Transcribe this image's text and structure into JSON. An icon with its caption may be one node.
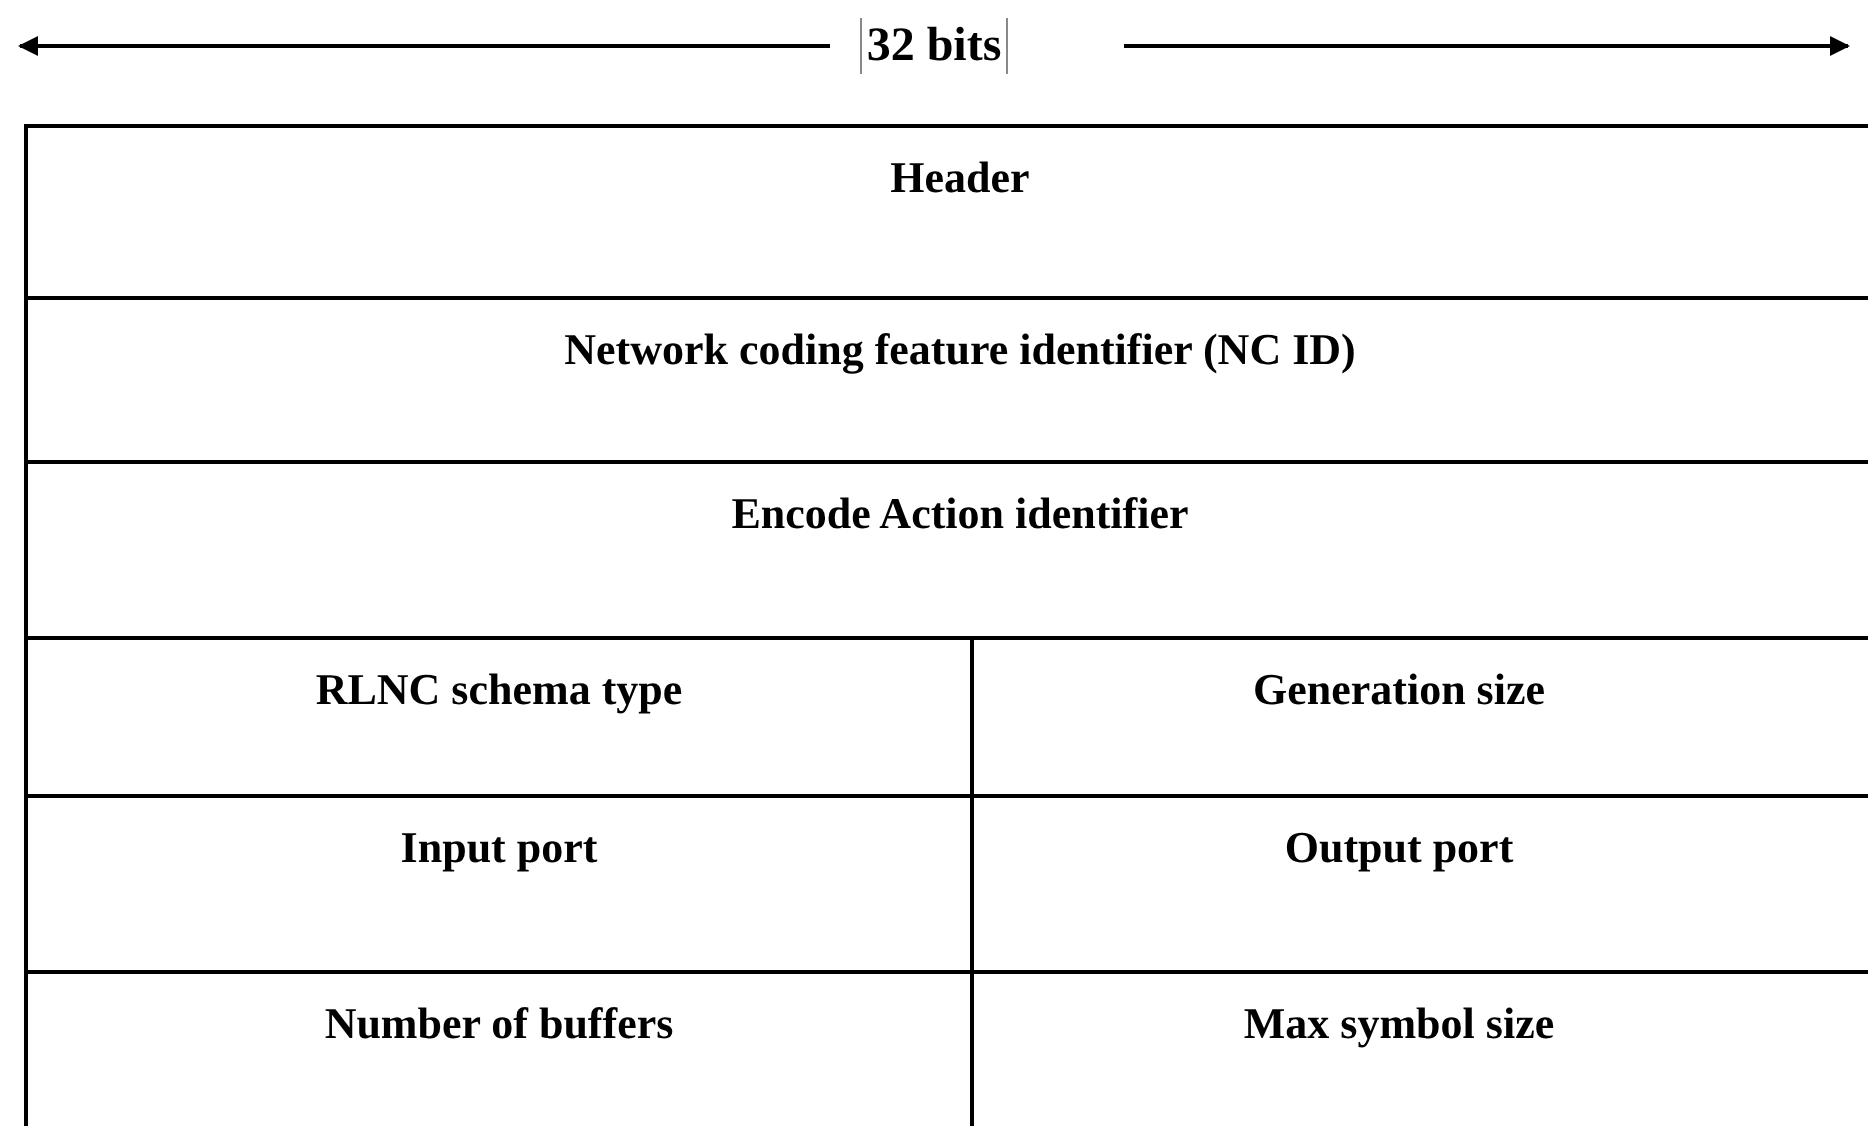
{
  "diagram": {
    "labels": [
      "32 bits",
      "Header",
      "Network coding feature identifier (NC ID)",
      "Encode Action identifier",
      "RLNC schema type",
      "Generation size",
      "Input port",
      "Output port",
      "Number of buffers",
      "Max symbol size"
    ]
  }
}
